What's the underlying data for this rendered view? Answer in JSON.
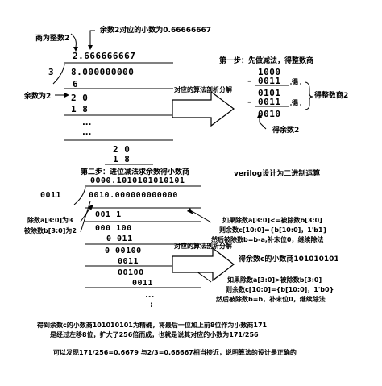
{
  "top_annotations": {
    "quotient_label": "商为整数2",
    "remainder_fraction_label": "余数2对应的小数为0.66666667"
  },
  "long_division_1": {
    "quotient": "2.666666667",
    "divisor": "3",
    "dividend": "8.000000000",
    "sub1": "6",
    "remainder_label": "余数为2",
    "rem1": "2 0",
    "sub2": "1 8",
    "dots1": "...",
    "dots2": "...",
    "rem_last": "2 0",
    "sub_last": "1 8"
  },
  "arrow1_label": "对应的算法剖析分解",
  "step1": {
    "title": "第一步：先做减法，得整数商",
    "a": "1000",
    "minus_a": "-",
    "b": "0011",
    "c": "0101",
    "minus_c": "-",
    "d": "0011",
    "result": "0010",
    "de_label_1": "得",
    "de_label_2": "得",
    "integer_quotient_label": "得整数商2",
    "remainder_label": "得余数2"
  },
  "step2": {
    "title": "第二步：进位减法求余数得小数商",
    "quotient": "0000.1010101010101",
    "divisor": "0011",
    "dividend": "0010.000000000000",
    "r1": "001 1",
    "r2": "000 100",
    "r3": "0 011",
    "r4": "0 00100",
    "r5": "0011",
    "r6": "00100",
    "r7": "0011",
    "dots": "...",
    "dots2": ":",
    "dividend_label": "除数a[3:0]为3",
    "divisor_label": "被除数b[3:0]为2"
  },
  "verilog_label": "verilog设计为二进制运算",
  "rule1": {
    "line1": "如果除数a[3:0]<=被除数b[3:0]",
    "line2": "则余数c[10:0]={b[10:0]，1'b1}",
    "line3": "然后被除数b=b-a,补末位0，继续除法"
  },
  "arrow2_label": "对应的算法剖析分解",
  "remainder_c_label": "得余数c的小数商101010101",
  "rule2": {
    "line1": "如果除数a[3:0]>被除数b[3:0]",
    "line2": "则余数c[10:0]={b[10:0]，1'b0}",
    "line3": "然后被除数b=b，补末位0，继续除法"
  },
  "footer": {
    "line1": "得到余数c的小数商101010101为精确，将最后一位加上前8位作为小数商171",
    "line2": "是经过左移8位，扩大了256倍而成，也就是说其对应的小数为171/256",
    "line3": "可以发现171/256=0.6679 与2/3=0.66667相当接近，说明算法的设计是正确的"
  }
}
